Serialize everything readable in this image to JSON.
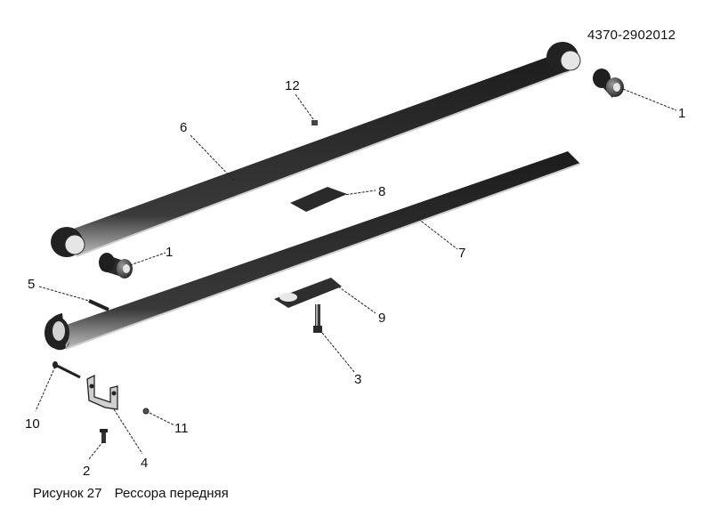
{
  "document": {
    "part_number": "4370-2902012",
    "caption": {
      "figure_label": "Рисунок 27",
      "title": "Рессора передняя"
    }
  },
  "callouts": {
    "c1a": "1",
    "c1b": "1",
    "c2": "2",
    "c3": "3",
    "c4": "4",
    "c5": "5",
    "c6": "6",
    "c7": "7",
    "c8": "8",
    "c9": "9",
    "c10": "10",
    "c11": "11",
    "c12": "12"
  },
  "colors": {
    "ink": "#111111",
    "metal_dark": "#2a2a2a",
    "metal_mid": "#6b6b6b",
    "metal_light": "#d8d8d8"
  }
}
